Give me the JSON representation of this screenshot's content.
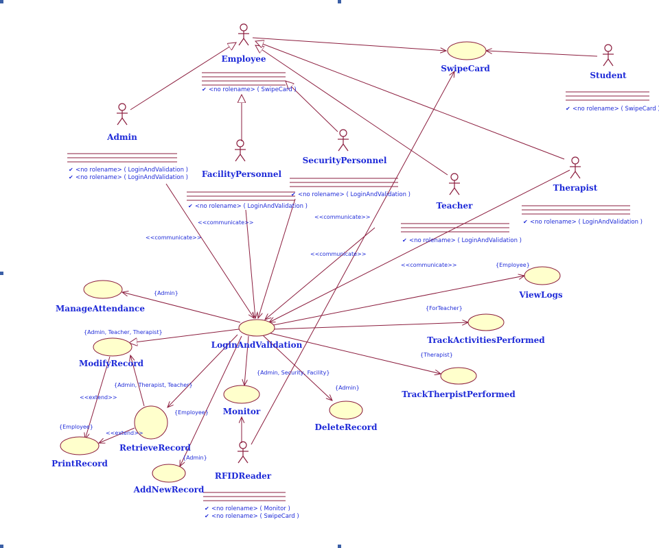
{
  "actors": {
    "employee": "Employee",
    "student": "Student",
    "admin": "Admin",
    "facility": "FacilityPersonnel",
    "security": "SecurityPersonnel",
    "teacher": "Teacher",
    "therapist": "Therapist",
    "rfid": "RFIDReader"
  },
  "usecases": {
    "swipecard": "SwipeCard",
    "manage_attendance": "ManageAttendance",
    "modify_record": "ModifyRecord",
    "login": "LoginAndValidation",
    "view_logs": "ViewLogs",
    "track_activities": "TrackActivitiesPerformed",
    "track_therapist": "TrackTherpistPerformed",
    "monitor": "Monitor",
    "delete_record": "DeleteRecord",
    "retrieve_record": "RetrieveRecord",
    "print_record": "PrintRecord",
    "add_new_record": "AddNewRecord"
  },
  "stereotypes": {
    "communicate": "<<communicate>>",
    "extend": "<<extend>>"
  },
  "constraints": {
    "admin": "{Admin}",
    "admin_teacher_therapist": "{Admin, Teacher, Therapist}",
    "employee": "{Employee}",
    "for_teacher": "{ForTeacher}",
    "therapist": "{Therapist}",
    "admin_security_facility": "{Admin, Security, Facility}",
    "admin_therapist_teacher": "{Admin, Therapist, Teacher}"
  },
  "roles": {
    "swipecard": "<no rolename> ( SwipeCard )",
    "login": "<no rolename> ( LoginAndValidation )",
    "monitor": "<no rolename> ( Monitor )"
  },
  "colors": {
    "line": "#8a1b3c",
    "usecase_fill": "#ffffcc",
    "text": "#1e2ad8"
  }
}
